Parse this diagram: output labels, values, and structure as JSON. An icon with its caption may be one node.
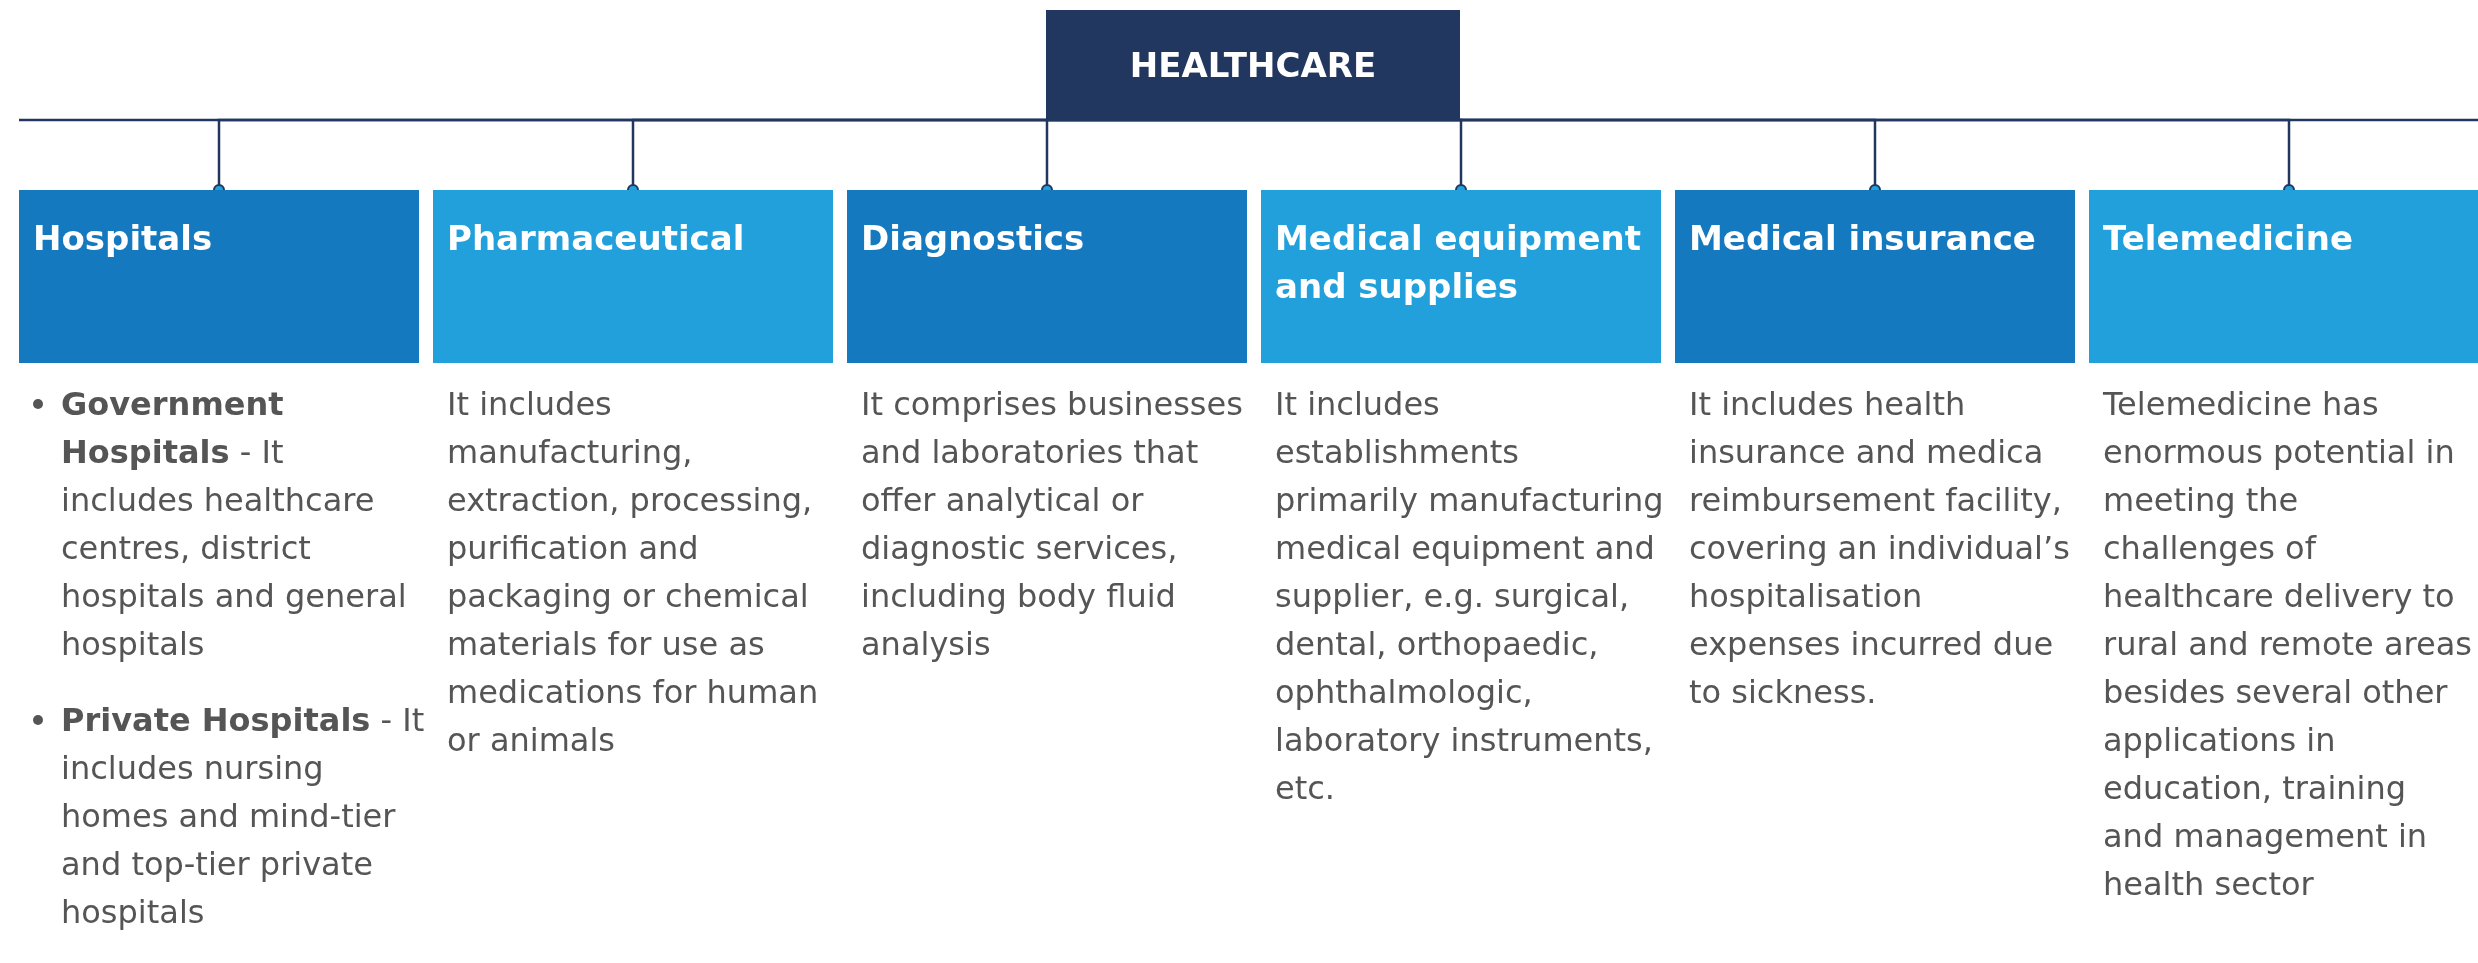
{
  "diagram": {
    "nodes": [
      {
        "text": [
          "HEALTHCARE"
        ]
      },
      {
        "text": [
          "Hospitals"
        ],
        "beside": [
          "**Government Hospitals** - It includes healthcare centres, district hospitals and general hospitals",
          "**Private Hospitals** - It includes nursing homes and mind-tier and top-tier private hospitals"
        ]
      },
      {
        "text": [
          "Pharmaceutical"
        ],
        "beside": [
          "It includes manufacturing, extraction, processing, purification and packaging or chemical materials for use as medications for human or animals"
        ]
      },
      {
        "text": [
          "Diagnostics"
        ],
        "beside": [
          "It comprises businesses and laboratories that offer analytical or diagnostic services, including body fluid analysis"
        ]
      },
      {
        "text": [
          "Medical equipment and supplies"
        ],
        "beside": [
          "It includes establishments primarily manufacturing medical equipment and supplier, e.g. surgical, dental, orthopaedic, ophthalmologic, laboratory instruments, etc."
        ]
      },
      {
        "text": [
          "Medical insurance"
        ],
        "beside": [
          "It includes health insurance and medica reimbursement facility, covering an individual’s hospitalisation expenses incurred due to sickness."
        ]
      },
      {
        "text": [
          "Telemedicine"
        ],
        "beside": [
          "Telemedicine has enormous potential in meeting the challenges of healthcare delivery to rural and remote areas besides several other applications in education, training and management in health sector"
        ]
      }
    ],
    "edges": [
      {
        "from": 0,
        "to": 1,
        "arrow": "other"
      },
      {
        "from": 0,
        "to": 2,
        "arrow": "other"
      },
      {
        "from": 0,
        "to": 3,
        "arrow": "other"
      },
      {
        "from": 0,
        "to": 4,
        "arrow": "other"
      },
      {
        "from": 0,
        "to": 5,
        "arrow": "other"
      },
      {
        "from": 0,
        "to": 6,
        "arrow": "other"
      }
    ]
  }
}
